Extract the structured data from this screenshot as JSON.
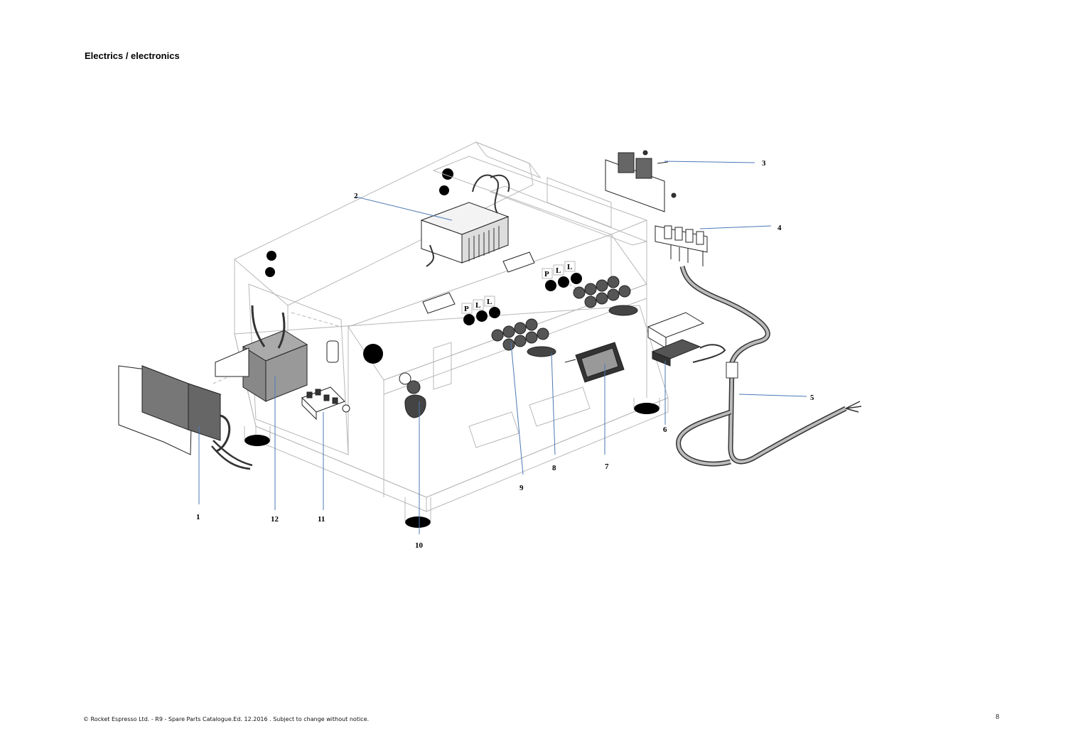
{
  "page": {
    "title": "Electrics / electronics",
    "footer": "© Rocket Espresso  Ltd. - R9 - Spare Parts Catalogue.Ed. 12.2016 . Subject to change without notice.",
    "page_number": "8"
  },
  "diagram": {
    "callouts": [
      "1",
      "2",
      "3",
      "4",
      "5",
      "6",
      "7",
      "8",
      "9",
      "10",
      "11",
      "12"
    ],
    "panel_labels": [
      "P",
      "L",
      "L",
      "P",
      "L",
      "L"
    ]
  },
  "colors": {
    "leader": "#4a78b5",
    "frame": "#b8b8b8",
    "part": "#222222"
  }
}
